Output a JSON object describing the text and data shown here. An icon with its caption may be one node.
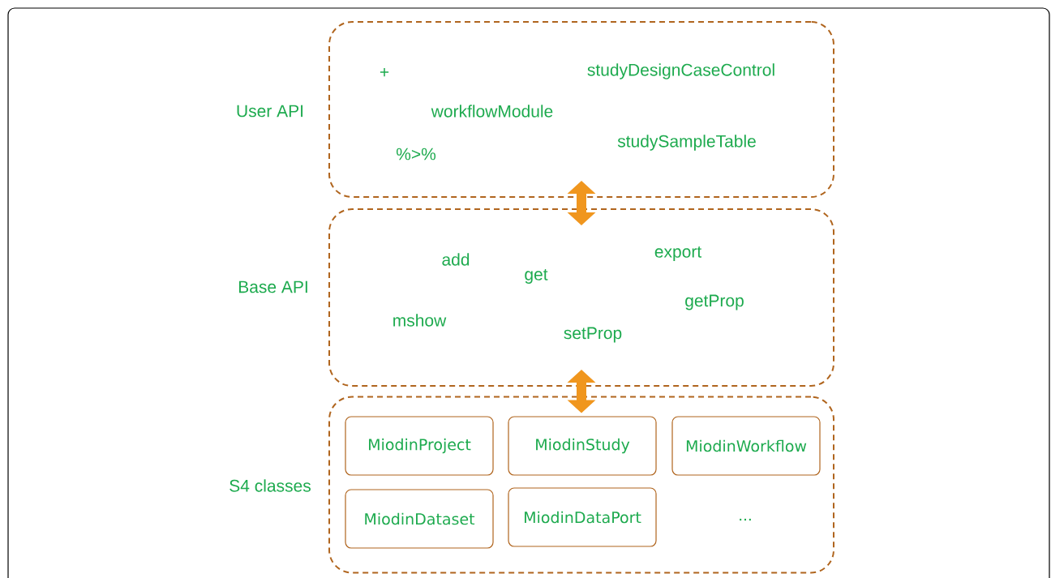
{
  "diagram": {
    "nodes": [
      {
        "text": [
          "User API",
          "+",
          "studyDesignCaseControl",
          "workflowModule",
          "studySampleTable",
          "%>%"
        ]
      },
      {
        "text": [
          "Base API",
          "add",
          "get",
          "export",
          "getProp",
          "mshow",
          "setProp"
        ]
      },
      {
        "text": [
          "S4 classes",
          "..."
        ]
      },
      {
        "text": [
          "MiodinProject"
        ],
        "in": 2
      },
      {
        "text": [
          "MiodinStudy"
        ],
        "in": 2
      },
      {
        "text": [
          "MiodinWorkflow"
        ],
        "in": 2
      },
      {
        "text": [
          "MiodinDataset"
        ],
        "in": 2
      },
      {
        "text": [
          "MiodinDataPort"
        ],
        "in": 2
      }
    ],
    "edges": [
      {
        "from": 0,
        "to": 1,
        "arrow": "both"
      },
      {
        "from": 1,
        "to": 2,
        "arrow": "both"
      }
    ]
  }
}
